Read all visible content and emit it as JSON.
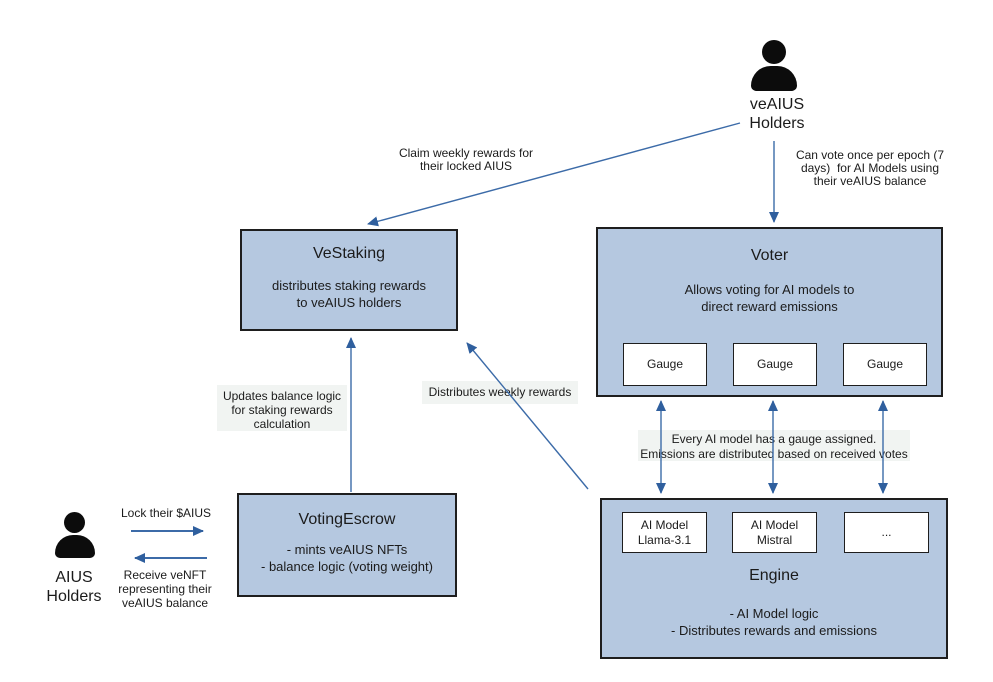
{
  "diagram": {
    "actors": {
      "veaius_holders": {
        "label_lines": [
          "veAIUS",
          "Holders"
        ]
      },
      "aius_holders": {
        "label_lines": [
          "AIUS",
          "Holders"
        ]
      }
    },
    "boxes": {
      "vestaking": {
        "title": "VeStaking",
        "body_lines": [
          "distributes staking rewards",
          "to veAIUS holders"
        ]
      },
      "voter": {
        "title": "Voter",
        "body_lines": [
          "Allows voting for AI models to",
          "direct reward emissions"
        ],
        "gauges": [
          "Gauge",
          "Gauge",
          "Gauge"
        ]
      },
      "votingescrow": {
        "title": "VotingEscrow",
        "body_lines": [
          "- mints veAIUS NFTs",
          "- balance logic (voting weight)"
        ]
      },
      "engine": {
        "title": "Engine",
        "body_lines": [
          "- AI Model logic",
          "- Distributes rewards and emissions"
        ],
        "models": [
          [
            "AI Model",
            "Llama-3.1"
          ],
          [
            "AI Model",
            "Mistral"
          ],
          [
            "..."
          ]
        ]
      }
    },
    "edge_labels": {
      "claim": [
        "Claim weekly rewards for",
        "their locked AIUS"
      ],
      "can_vote": [
        "Can vote once per epoch (7",
        "days)  for AI Models using",
        "their veAIUS balance"
      ],
      "updates": [
        "Updates balance logic",
        "for staking rewards",
        "calculation"
      ],
      "distributes": "Distributes weekly rewards",
      "gauge_assigned": [
        "Every AI model has a gauge assigned.",
        "Emissions are distributed based on received votes"
      ],
      "lock": "Lock their $AIUS",
      "receive": [
        "Receive veNFT",
        "representing their",
        "veAIUS balance"
      ]
    },
    "colors": {
      "box_fill": "#b5c8e0",
      "box_border": "#1e1e1e",
      "arrow": "#3c6ba8",
      "label_bg": "#f1f4f2",
      "person": "#0c0c0c"
    }
  }
}
